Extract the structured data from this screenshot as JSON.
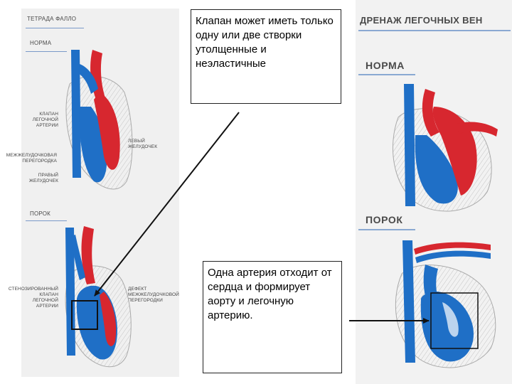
{
  "left_panel": {
    "title": "ТЕТРАДА ФАЛЛО",
    "normal_heading": "НОРМА",
    "defect_heading": "ПОРОК",
    "labels": {
      "pulmonary_valve": "КЛАПАН\nЛЕГОЧНОЙ\nАРТЕРИИ",
      "left_ventricle": "ЛЕВЫЙ\nЖЕЛУДОЧЕК",
      "septum": "МЕЖЖЕЛУДОЧКОВАЯ\nПЕРЕГОРОДКА",
      "right_ventricle": "ПРАВЫЙ\nЖЕЛУДОЧЕК",
      "stenotic_valve": "СТЕНОЗИРОВАННЫЙ\nКЛАПАН\nЛЕГОЧНОЙ\nАРТЕРИИ",
      "septal_defect": "ДЕФЕКТ\nМЕЖЖЕЛУДОЧКОВОЙ\nПЕРЕГОРОДКИ"
    }
  },
  "right_panel": {
    "title": "ДРЕНАЖ ЛЕГОЧНЫХ ВЕН",
    "normal_heading": "НОРМА",
    "defect_heading": "ПОРОК"
  },
  "callouts": {
    "top": "Клапан может иметь только одну или две створки утолщенные и неэластичные",
    "bottom": "Одна артерия отходит от сердца и формирует аорту и легочную артерию."
  },
  "colors": {
    "oxygenated": "#d7272f",
    "deoxygenated": "#1f6fc6",
    "heart_wall": "#b9b9b9",
    "arrow": "#111111"
  }
}
